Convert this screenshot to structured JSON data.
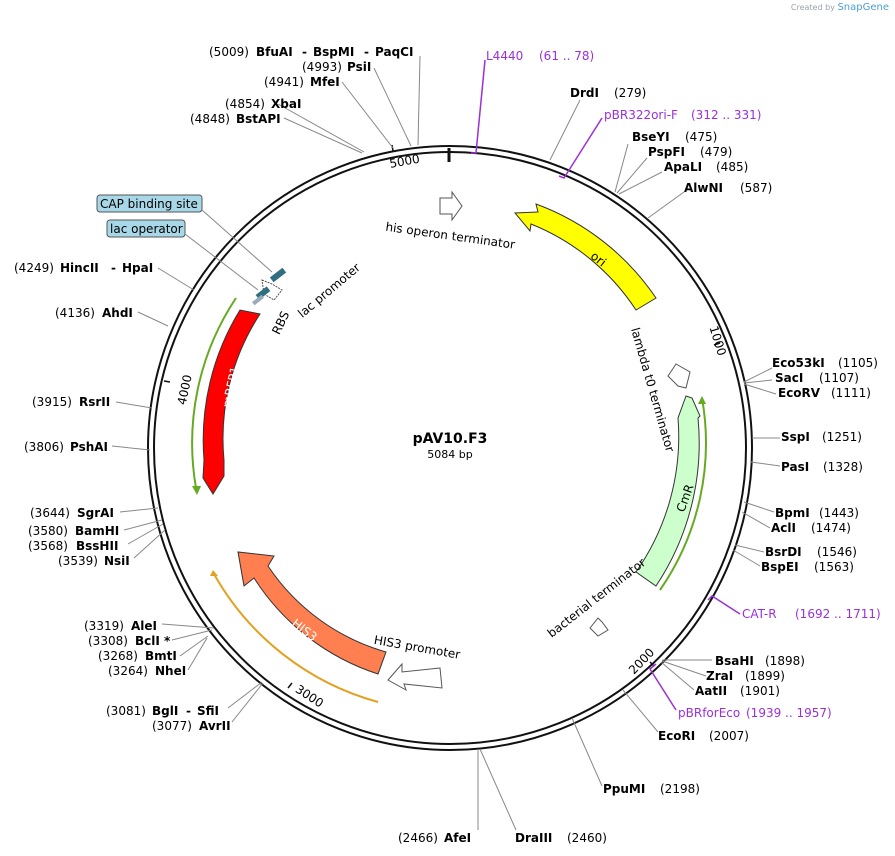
{
  "watermark": {
    "prefix": "Created by",
    "brand": "SnapGene"
  },
  "plasmid": {
    "name": "pAV10.F3",
    "length_label": "5084 bp"
  },
  "ticks": [
    "1000",
    "2000",
    "3000",
    "4000",
    "5000"
  ],
  "features": {
    "ori": "ori",
    "cmr": "CmR",
    "mrfp1": "mRFP1",
    "his3": "HIS3",
    "his_operon_terminator": "his operon terminator",
    "lambda_t0_terminator": "lambda t0 terminator",
    "bacterial_terminator": "bacterial terminator",
    "his3_promoter": "HIS3 promoter",
    "lac_promoter": "lac promoter",
    "rbs": "RBS",
    "cap_binding_site": "CAP binding site",
    "lac_operator": "lac operator"
  },
  "primers": [
    {
      "name": "L4440",
      "range": "(61 .. 78)"
    },
    {
      "name": "pBR322ori-F",
      "range": "(312 .. 331)"
    },
    {
      "name": "CAT-R",
      "range": "(1692 .. 1711)"
    },
    {
      "name": "pBRforEco",
      "range": "(1939 .. 1957)"
    }
  ],
  "sites": [
    {
      "name": "DrdI",
      "pos": "(279)"
    },
    {
      "name": "BseYI",
      "pos": "(475)"
    },
    {
      "name": "PspFI",
      "pos": "(479)"
    },
    {
      "name": "ApaLI",
      "pos": "(485)"
    },
    {
      "name": "AlwNI",
      "pos": "(587)"
    },
    {
      "name": "Eco53kI",
      "pos": "(1105)"
    },
    {
      "name": "SacI",
      "pos": "(1107)"
    },
    {
      "name": "EcoRV",
      "pos": "(1111)"
    },
    {
      "name": "SspI",
      "pos": "(1251)"
    },
    {
      "name": "PasI",
      "pos": "(1328)"
    },
    {
      "name": "BpmI",
      "pos": "(1443)"
    },
    {
      "name": "AclI",
      "pos": "(1474)"
    },
    {
      "name": "BsrDI",
      "pos": "(1546)"
    },
    {
      "name": "BspEI",
      "pos": "(1563)"
    },
    {
      "name": "BsaHI",
      "pos": "(1898)"
    },
    {
      "name": "ZraI",
      "pos": "(1899)"
    },
    {
      "name": "AatII",
      "pos": "(1901)"
    },
    {
      "name": "EcoRI",
      "pos": "(2007)"
    },
    {
      "name": "PpuMI",
      "pos": "(2198)"
    },
    {
      "name": "DraIII",
      "pos": "(2460)"
    },
    {
      "name": "AfeI",
      "pos": "(2466)"
    },
    {
      "name": "BglI",
      "pos": "(3081)",
      "extra": "SfiI"
    },
    {
      "name": "AvrII",
      "pos": "(3077)"
    },
    {
      "name": "AleI",
      "pos": "(3319)"
    },
    {
      "name": "BclI *",
      "pos": "(3308)"
    },
    {
      "name": "BmtI",
      "pos": "(3268)"
    },
    {
      "name": "NheI",
      "pos": "(3264)"
    },
    {
      "name": "NsiI",
      "pos": "(3539)"
    },
    {
      "name": "BssHII",
      "pos": "(3568)"
    },
    {
      "name": "BamHI",
      "pos": "(3580)"
    },
    {
      "name": "SgrAI",
      "pos": "(3644)"
    },
    {
      "name": "PshAI",
      "pos": "(3806)"
    },
    {
      "name": "RsrII",
      "pos": "(3915)"
    },
    {
      "name": "AhdI",
      "pos": "(4136)"
    },
    {
      "name": "HincII",
      "pos": "(4249)",
      "extra": "HpaI"
    },
    {
      "name": "BstAPI",
      "pos": "(4848)"
    },
    {
      "name": "XbaI",
      "pos": "(4854)"
    },
    {
      "name": "MfeI",
      "pos": "(4941)"
    },
    {
      "name": "PsiI",
      "pos": "(4993)"
    },
    {
      "name": "BfuAI",
      "pos": "(5009)",
      "extra": "BspMI",
      "extra2": "PaqCI"
    }
  ],
  "colors": {
    "ori": "#ffff00",
    "cmr": "#ccffcc",
    "mrfp1": "#ff0000",
    "his3": "#ff7f50",
    "primer": "#9b30d9",
    "feature_box": "#a8d8e8",
    "small_feature": "#2f6f80"
  }
}
